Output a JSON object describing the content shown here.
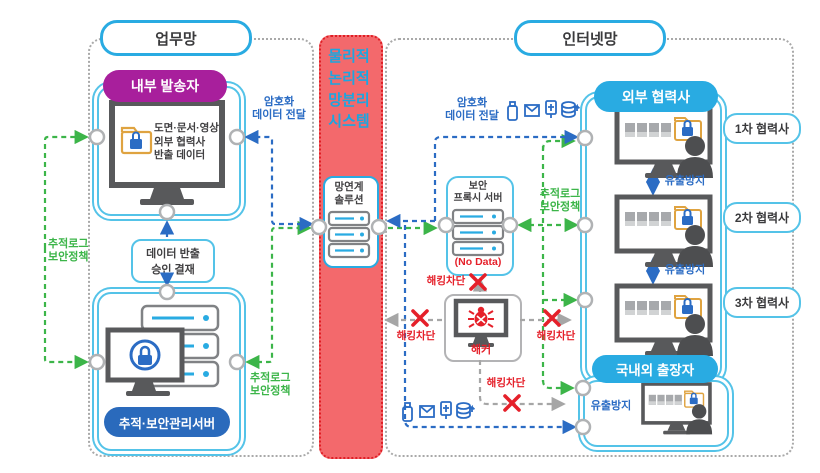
{
  "work": {
    "title": "업무망",
    "sender_title": "내부 발송자",
    "monitor_text": "도면·문서·영상\n외부 협력사\n반출 데이터",
    "encrypted_label": "암호화\n데이터 전달",
    "policy_left": "추적로그\n보안정책",
    "policy_right": "추적로그\n보안정책",
    "approval_box": "데이터 반출\n승인 결재",
    "server_title": "추적·보안관리서버"
  },
  "separation": {
    "system_label": "물리적\n논리적\n망분리\n시스템",
    "solution_label": "망연계\n솔루션"
  },
  "internet": {
    "title": "인터넷망",
    "encrypted_label": "암호화\n데이터 전달",
    "proxy_title": "보안\n프록시 서버",
    "proxy_nodata": "(No Data)",
    "policy_label": "추적로그\n보안정책",
    "hacker_label": "해커",
    "hack_block_top": "해킹차단",
    "hack_block_left": "해킹차단",
    "hack_block_right": "해킹차단",
    "hack_block_bottom": "해킹차단"
  },
  "partners": {
    "title": "외부 협력사",
    "items": [
      "1차 협력사",
      "2차 협력사",
      "3차 협력사"
    ],
    "leak_prevention_1": "유출방지",
    "leak_prevention_2": "유출방지"
  },
  "travelers": {
    "title": "국내외 출장자",
    "leak_prevention": "유출방지"
  },
  "icons": {
    "transfer_set": [
      "usb-memory-icon",
      "envelope-icon",
      "usb-plug-icon",
      "database-export-icon"
    ]
  },
  "colors": {
    "accent_blue": "#29abe2",
    "deep_blue": "#2b6cc4",
    "green": "#3cb549",
    "red": "#e5202a",
    "purple": "#a81f9c",
    "navy": "#2a6abc",
    "column_red": "#f3696c"
  }
}
